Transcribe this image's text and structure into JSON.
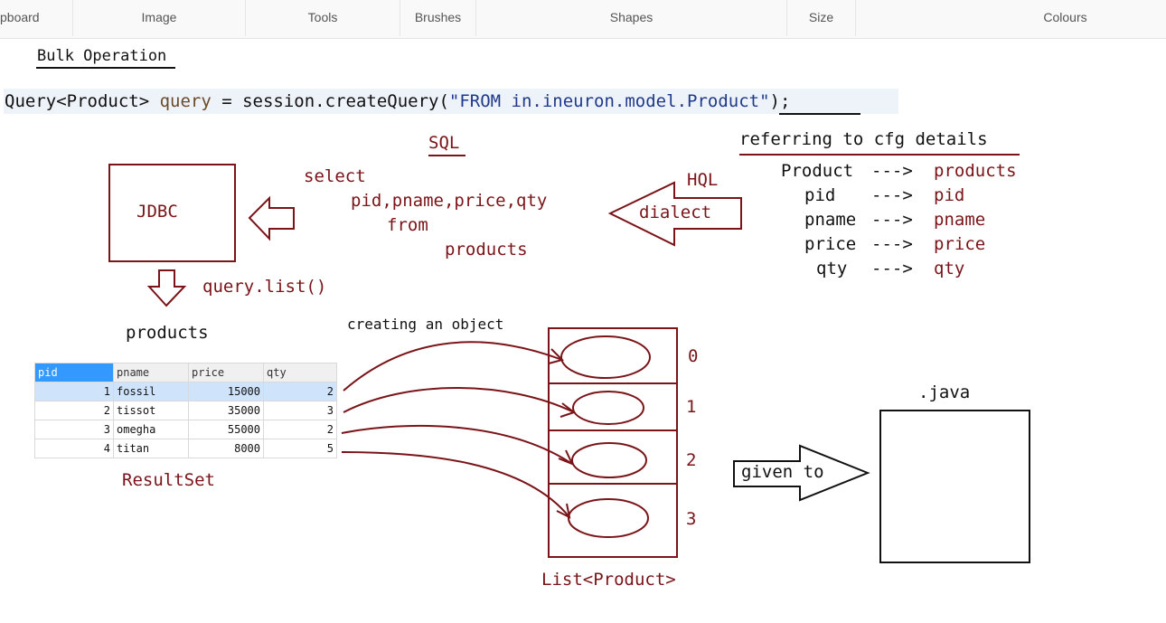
{
  "ribbon": {
    "groups": [
      "pboard",
      "Image",
      "Tools",
      "Brushes",
      "Shapes",
      "Size",
      "Colours"
    ]
  },
  "heading": "Bulk Operation",
  "code": {
    "prefix": "Query<Product> ",
    "var": "query",
    "mid": " = session.createQuery(",
    "string": "\"FROM in.ineuron.model.Product\"",
    "suffix": ");"
  },
  "sql": {
    "title": "SQL",
    "lines": [
      "select",
      "pid,pname,price,qty",
      "from",
      "products"
    ]
  },
  "jdbc_label": "JDBC",
  "hql_label": "HQL",
  "dialect_label": "dialect",
  "query_list": "query.list()",
  "products_label": "products",
  "resultset_label": "ResultSet",
  "cfg": {
    "title": "referring to cfg details",
    "mappings": [
      {
        "left": "Product",
        "arrow": "--->",
        "right": "products"
      },
      {
        "left": "pid",
        "arrow": "--->",
        "right": "pid"
      },
      {
        "left": "pname",
        "arrow": "--->",
        "right": "pname"
      },
      {
        "left": "price",
        "arrow": "--->",
        "right": "price"
      },
      {
        "left": "qty",
        "arrow": "--->",
        "right": "qty"
      }
    ]
  },
  "table": {
    "headers": [
      "pid",
      "pname",
      "price",
      "qty"
    ],
    "rows": [
      [
        "1",
        "fossil",
        "15000",
        "2"
      ],
      [
        "2",
        "tissot",
        "35000",
        "3"
      ],
      [
        "3",
        "omegha",
        "55000",
        "2"
      ],
      [
        "4",
        "titan",
        "8000",
        "5"
      ]
    ]
  },
  "creating_label": "creating an object",
  "list_indices": [
    "0",
    "1",
    "2",
    "3"
  ],
  "list_label": "List<Product>",
  "given_to": "given to",
  "java_label": ".java",
  "colors": {
    "accent": "#7a1418",
    "selection": "#3399ff"
  }
}
